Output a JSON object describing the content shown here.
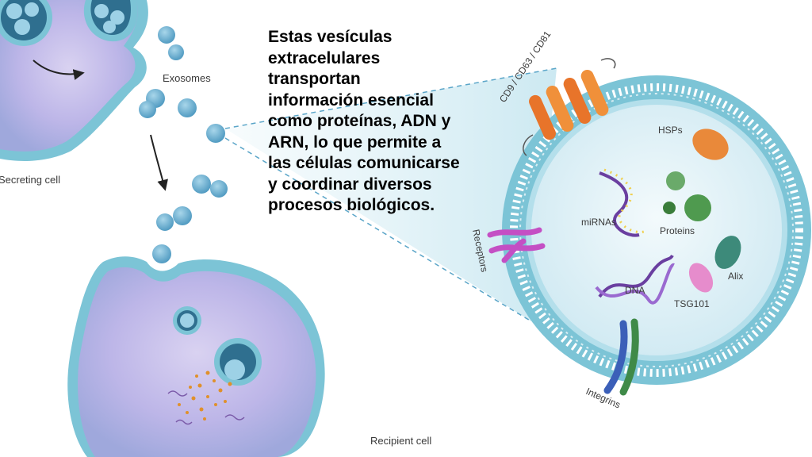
{
  "caption": {
    "lines": [
      "Estas vesículas",
      "extracelulares",
      "transportan",
      "información esencial",
      "como proteínas, ADN y",
      "ARN, lo que permite a",
      "las células comunicarse",
      "y coordinar diversos",
      "procesos biológicos."
    ]
  },
  "labels": {
    "exosomes": "Exosomes",
    "secreting_cell": "Secreting cell",
    "recipient_cell": "Recipient cell",
    "tetraspanins": "CD9 / CD63 / CD81",
    "hsps": "HSPs",
    "mirnas": "miRNAs",
    "proteins": "Proteins",
    "receptors": "Receptors",
    "alix": "Alix",
    "dna": "DNA",
    "tsg101": "TSG101",
    "integrins": "Integrins"
  },
  "colors": {
    "membrane": "#7cc4d6",
    "cytoplasm": "#b8b4e6",
    "exosome": "#5aa5c8",
    "vesicle_lumen": "#e4f3f8",
    "tetraspanin": "#e8742a",
    "hsp": "#e9893a",
    "protein": "#4f9a4f",
    "receptor": "#c44fc4",
    "alix": "#3d8a7a",
    "tsg101": "#e68ccc",
    "dna": "#6a3fa0",
    "integrin_blue": "#3b5fb8",
    "integrin_green": "#3f8a48",
    "cargo_dots": "#e0902a"
  }
}
